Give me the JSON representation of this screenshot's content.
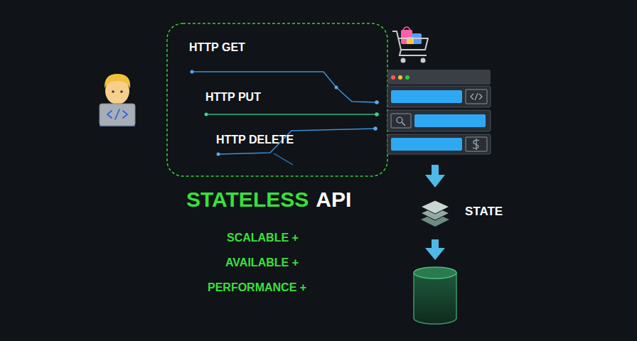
{
  "diagram": {
    "labels": [
      "HTTP GET",
      "HTTP PUT",
      "HTTP DELETE",
      "STATELESS",
      "API",
      "STATE",
      "SCALABLE +",
      "AVAILABLE +",
      "PERFORMANCE +"
    ]
  }
}
